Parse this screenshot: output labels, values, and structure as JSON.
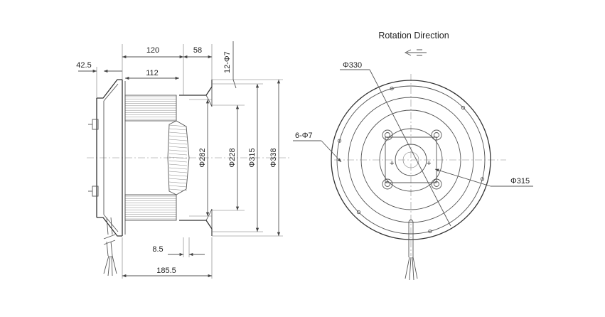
{
  "side_view": {
    "dim_overall_top": "120",
    "dim_inlet": "58",
    "dim_holes": "12-Φ7",
    "dim_left_offset": "42.5",
    "dim_wheel_depth": "112",
    "dim_diameter_282": "Φ282",
    "dim_diameter_228": "Φ228",
    "dim_diameter_315": "Φ315",
    "dim_diameter_338": "Φ338",
    "dim_flange": "8.5",
    "dim_overall_length": "185.5"
  },
  "front_view": {
    "title": "Rotation  Direction",
    "dim_pcd_330": "Φ330",
    "dim_mount_holes": "6-Φ7",
    "dim_diameter_315": "Φ315"
  },
  "colors": {
    "line": "#555555",
    "text": "#222222",
    "background": "#ffffff"
  }
}
